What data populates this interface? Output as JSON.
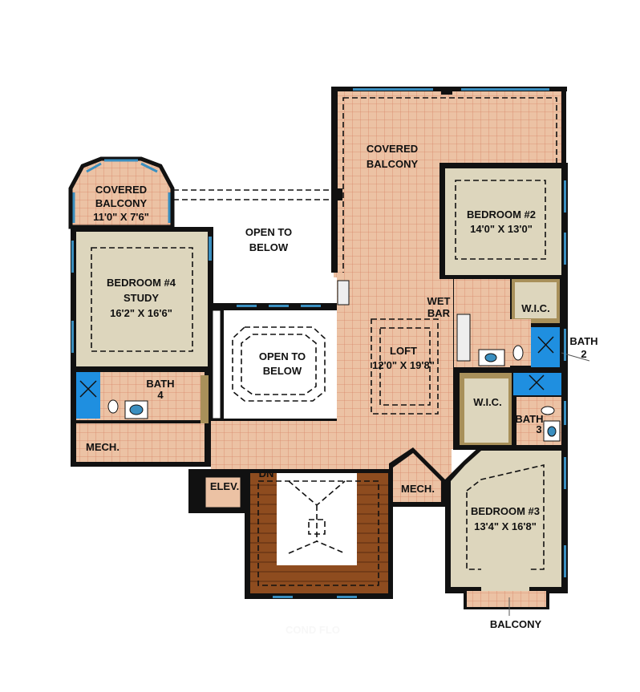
{
  "plan": {
    "rooms": {
      "covered_balcony_small": {
        "name1": "COVERED",
        "name2": "BALCONY",
        "size": "11'0\" X 7'6\""
      },
      "open_below_top": {
        "line1": "OPEN TO",
        "line2": "BELOW"
      },
      "covered_balcony_large": {
        "name1": "COVERED",
        "name2": "BALCONY"
      },
      "bedroom2": {
        "name": "BEDROOM #2",
        "size": "14'0\" X 13'0\""
      },
      "bedroom4": {
        "name": "BEDROOM #4",
        "sub": "STUDY",
        "size": "16'2\" X 16'6\""
      },
      "open_below_atrium": {
        "line1": "OPEN TO",
        "line2": "BELOW"
      },
      "wet_bar": {
        "line1": "WET",
        "line2": "BAR"
      },
      "wic_top": {
        "name": "W.I.C."
      },
      "bath2": {
        "line1": "BATH",
        "line2": "2"
      },
      "loft": {
        "name": "LOFT",
        "size": "12'0\" X 19'8\""
      },
      "bath4": {
        "line1": "BATH",
        "line2": "4"
      },
      "wic_mid": {
        "name": "W.I.C."
      },
      "bath3": {
        "line1": "BATH",
        "line2": "3"
      },
      "mech_left": {
        "name": "MECH."
      },
      "elev": {
        "name": "ELEV."
      },
      "stairs": {
        "label": "DN"
      },
      "mech_right": {
        "name": "MECH."
      },
      "bedroom3": {
        "name": "BEDROOM #3",
        "size": "13'4\" X 16'8\""
      },
      "balcony": {
        "name": "BALCONY"
      }
    },
    "watermark": "COND FLO",
    "colors": {
      "tile": "#e9bc9c",
      "carpet": "#ddd6bd",
      "wall": "#111111",
      "window": "#3a8fc0",
      "shower": "#1f8fe0",
      "stairs": "#8e4c1f",
      "closet_trim": "#a8905a"
    }
  }
}
